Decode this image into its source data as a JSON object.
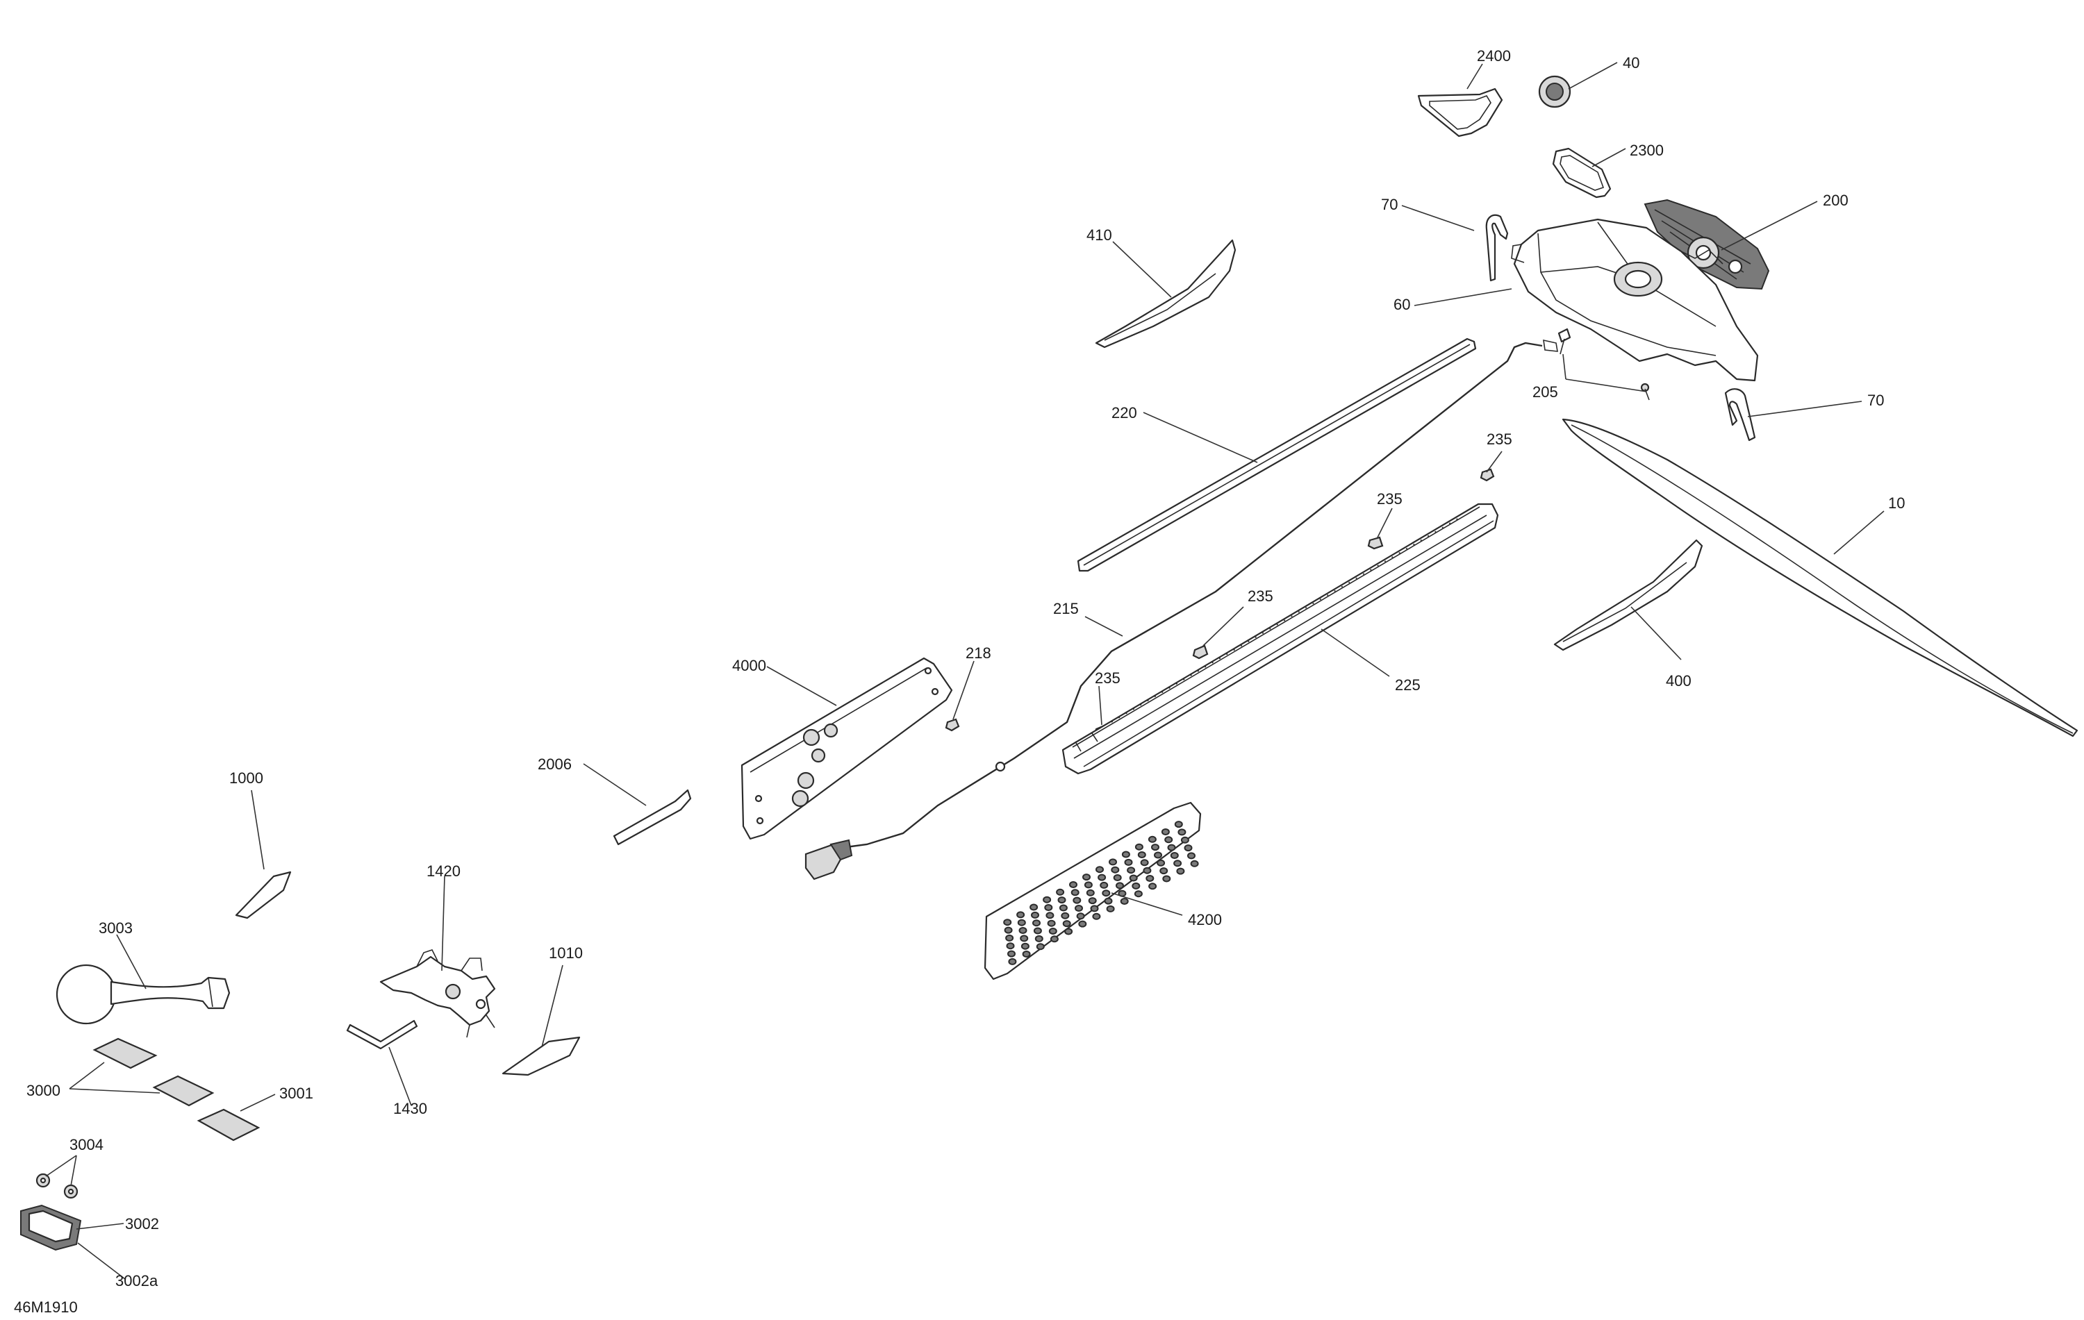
{
  "figure_id": "46M1910",
  "callouts": {
    "c2400": "2400",
    "c40": "40",
    "c2300": "2300",
    "c70a": "70",
    "c200": "200",
    "c410": "410",
    "c60": "60",
    "c205": "205",
    "c70b": "70",
    "c220": "220",
    "c235a": "235",
    "c235b": "235",
    "c10": "10",
    "c235c": "235",
    "c215": "215",
    "c400": "400",
    "c218": "218",
    "c4000": "4000",
    "c235d": "235",
    "c225": "225",
    "c2006": "2006",
    "c1000": "1000",
    "c1420": "1420",
    "c4200": "4200",
    "c3003": "3003",
    "c1010": "1010",
    "c3000": "3000",
    "c3001": "3001",
    "c1430": "1430",
    "c3004": "3004",
    "c3002": "3002",
    "c3002a": "3002a"
  }
}
